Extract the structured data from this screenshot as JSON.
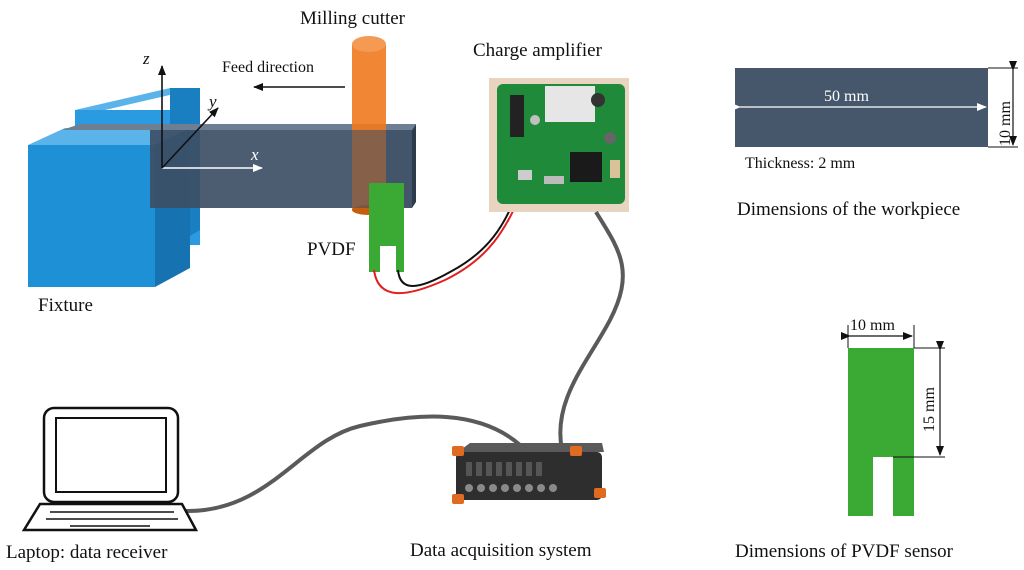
{
  "labels": {
    "milling_cutter": "Milling cutter",
    "feed_direction": "Feed direction",
    "charge_amplifier": "Charge amplifier",
    "pvdf": "PVDF",
    "fixture": "Fixture",
    "laptop": "Laptop: data receiver",
    "daq": "Data acquisition  system",
    "workpiece_caption": "Dimensions  of the workpiece",
    "sensor_caption": "Dimensions  of PVDF sensor",
    "thickness": "Thickness: 2 mm"
  },
  "axes": {
    "x": "x",
    "y": "y",
    "z": "z"
  },
  "workpiece_dims": {
    "length": "50 mm",
    "width": "10 mm"
  },
  "sensor_dims": {
    "width": "10 mm",
    "height": "15 mm"
  },
  "colors": {
    "fixture": "#1e90d6",
    "workpiece": "#3d4f66",
    "cutter": "#f07a1e",
    "pvdf": "#3aaa35",
    "pcb": "#1f8a3a",
    "wire_red": "#e02020",
    "wire_black": "#111111",
    "cable": "#5a5a5a"
  }
}
